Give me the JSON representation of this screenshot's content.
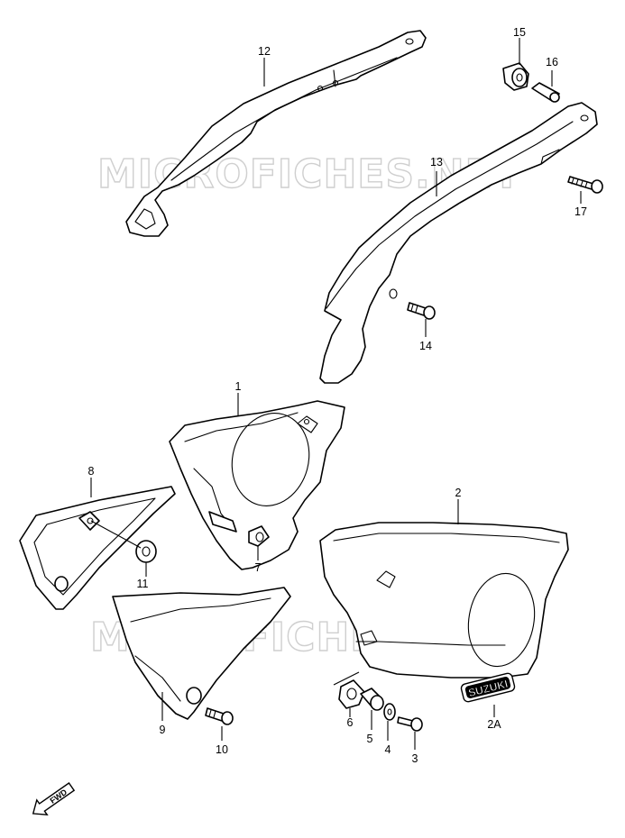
{
  "watermark": "MICROFICHES.NET",
  "fwd_label": "FWD",
  "badge_text": "SUZUKI",
  "callouts": {
    "p1": "1",
    "p2": "2",
    "p2a": "2A",
    "p3": "3",
    "p4": "4",
    "p5": "5",
    "p6": "6",
    "p7": "7",
    "p8": "8",
    "p9": "9",
    "p10": "10",
    "p11": "11",
    "p12": "12",
    "p13": "13",
    "p14": "14",
    "p15": "15",
    "p16": "16",
    "p17": "17"
  }
}
